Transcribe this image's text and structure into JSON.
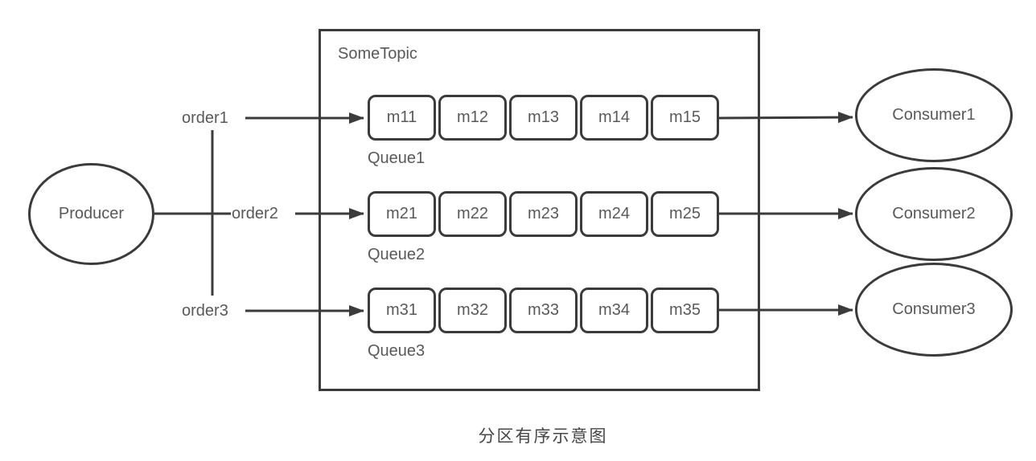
{
  "diagram": {
    "producer": {
      "label": "Producer"
    },
    "topic": {
      "label": "SomeTopic"
    },
    "orders": [
      {
        "label": "order1"
      },
      {
        "label": "order2"
      },
      {
        "label": "order3"
      }
    ],
    "queues": [
      {
        "label": "Queue1",
        "messages": [
          "m11",
          "m12",
          "m13",
          "m14",
          "m15"
        ]
      },
      {
        "label": "Queue2",
        "messages": [
          "m21",
          "m22",
          "m23",
          "m24",
          "m25"
        ]
      },
      {
        "label": "Queue3",
        "messages": [
          "m31",
          "m32",
          "m33",
          "m34",
          "m35"
        ]
      }
    ],
    "consumers": [
      {
        "label": "Consumer1"
      },
      {
        "label": "Consumer2"
      },
      {
        "label": "Consumer3"
      }
    ],
    "caption": "分区有序示意图",
    "colors": {
      "line": "#3b3b3b",
      "text": "#595959",
      "background": "#ffffff"
    }
  }
}
